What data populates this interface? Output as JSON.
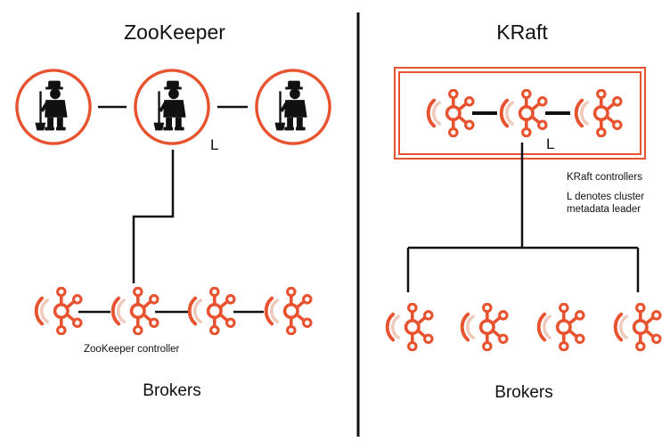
{
  "left": {
    "title": "ZooKeeper",
    "leader_marker": "L",
    "node_annotation": "ZooKeeper controller",
    "brokers_label": "Brokers"
  },
  "right": {
    "title": "KRaft",
    "leader_marker": "L",
    "note_controllers": "KRaft controllers",
    "note_leader_line1": "L denotes cluster",
    "note_leader_line2": "metadata leader",
    "brokers_label": "Brokers"
  },
  "colors": {
    "accent": "#e8532f",
    "line": "#111111",
    "icon_gray": "#d9d9d9"
  },
  "icons": {
    "zookeeper_node": "zookeeper-keeper-icon",
    "kafka_node": "kafka-node-icon"
  }
}
